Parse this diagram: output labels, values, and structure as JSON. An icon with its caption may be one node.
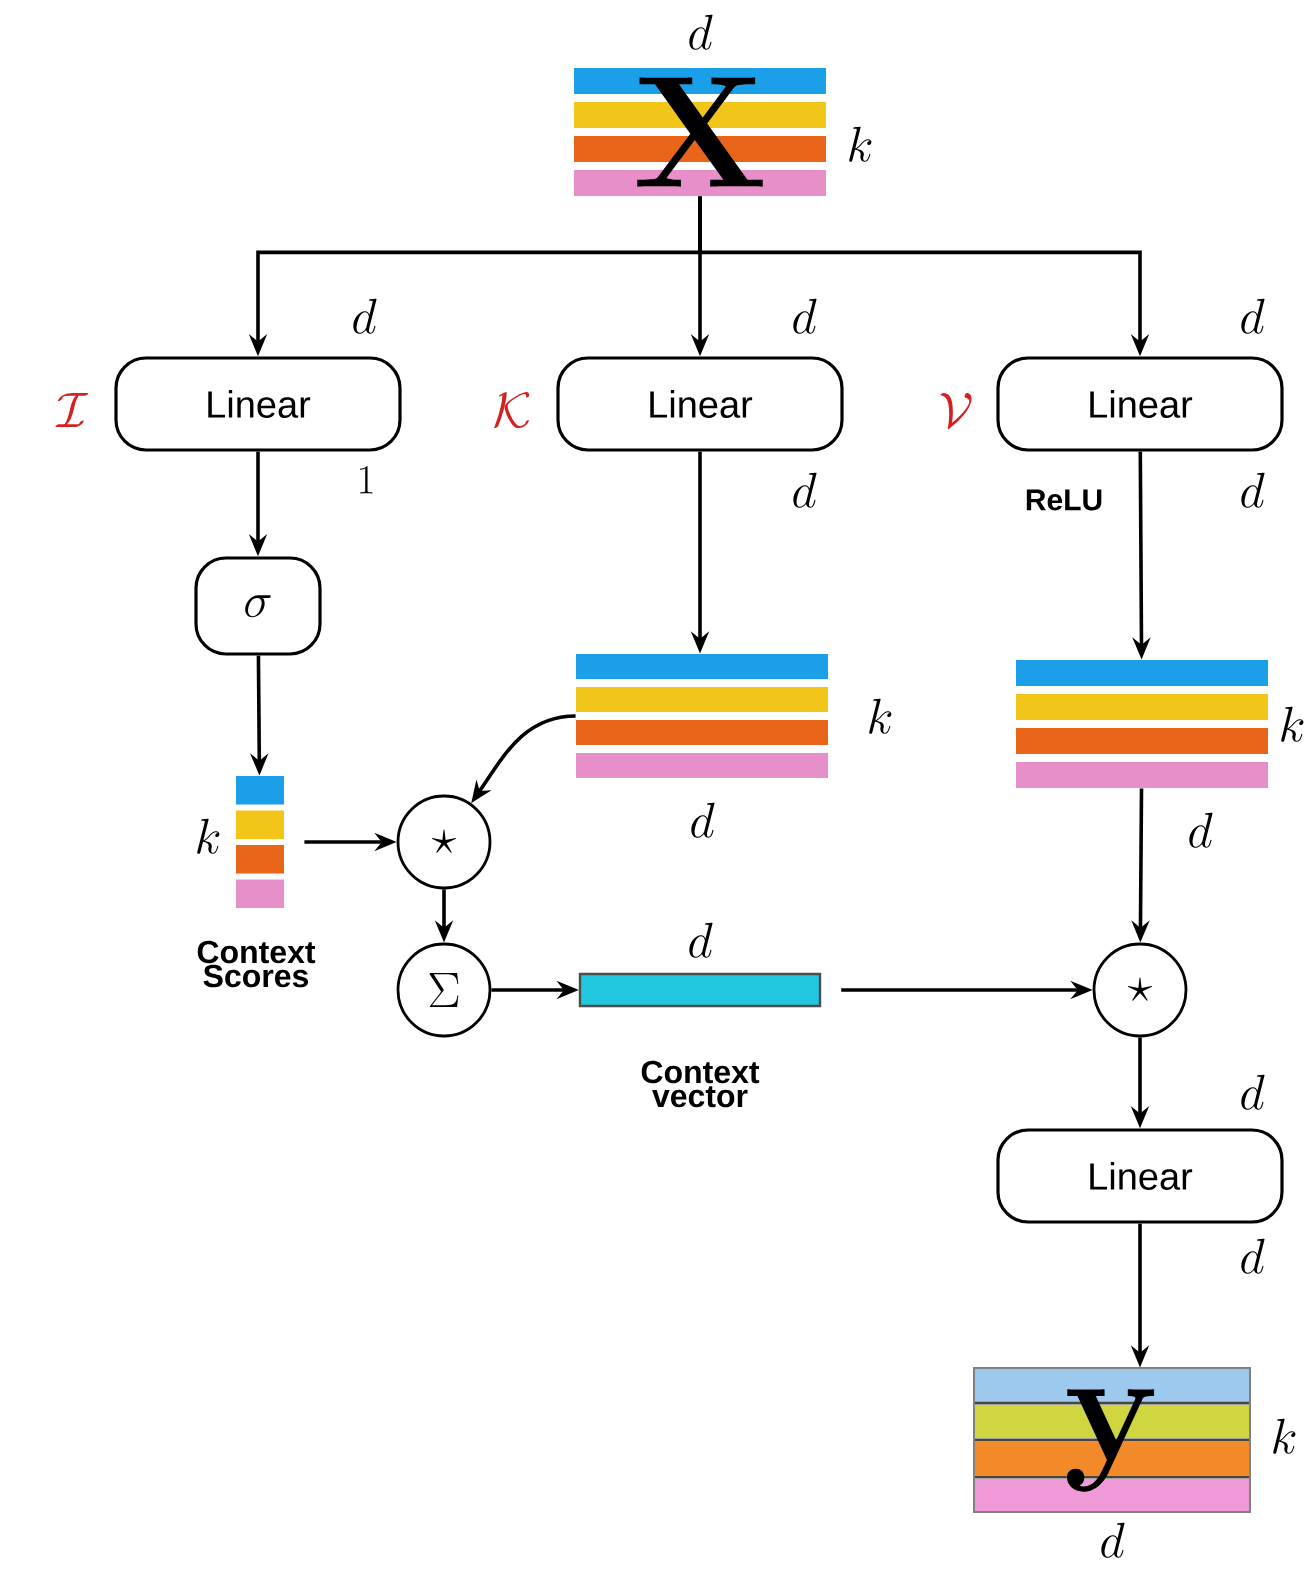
{
  "diagram": {
    "nodes": [
      {
        "text": [
          "\\mathbf{X}"
        ],
        "beside": [
          "d",
          "k"
        ]
      },
      {
        "text": [
          "Linear"
        ],
        "beside": [
          "\\mathcal{I}",
          "d",
          "1"
        ]
      },
      {
        "text": [
          "Linear"
        ],
        "beside": [
          "\\mathcal{K}",
          "d",
          "d"
        ]
      },
      {
        "text": [
          "Linear"
        ],
        "beside": [
          "\\mathcal{V}",
          "d",
          "d",
          "ReLU"
        ]
      },
      {
        "text": [
          "\\sigma"
        ]
      },
      {
        "text": [],
        "shape": "box",
        "beside": [
          "k",
          "d"
        ]
      },
      {
        "text": [],
        "shape": "box",
        "beside": [
          "k",
          "d"
        ]
      },
      {
        "text": [],
        "shape": "bar",
        "beside": [
          "k",
          "Context Scores"
        ]
      },
      {
        "text": [
          "\\star"
        ]
      },
      {
        "text": [
          "\\Sigma"
        ]
      },
      {
        "text": [],
        "shape": "bar",
        "beside": [
          "d",
          "Context vector"
        ]
      },
      {
        "text": [
          "\\star"
        ]
      },
      {
        "text": [
          "Linear"
        ],
        "beside": [
          "d",
          "d"
        ]
      },
      {
        "text": [
          "\\mathbf{y}"
        ],
        "beside": [
          "k",
          "d"
        ]
      }
    ],
    "edges": [
      {
        "from": 0,
        "to": 1,
        "arrow": "to"
      },
      {
        "from": 0,
        "to": 2,
        "arrow": "to"
      },
      {
        "from": 0,
        "to": 3,
        "arrow": "to"
      },
      {
        "from": 1,
        "to": 4,
        "arrow": "to"
      },
      {
        "from": 4,
        "to": 7,
        "arrow": "to"
      },
      {
        "from": 2,
        "to": 5,
        "arrow": "to"
      },
      {
        "from": 3,
        "to": 6,
        "arrow": "to"
      },
      {
        "from": 5,
        "to": 8,
        "arrow": "to"
      },
      {
        "from": 7,
        "to": 8,
        "arrow": "to"
      },
      {
        "from": 8,
        "to": 9,
        "arrow": "to"
      },
      {
        "from": 9,
        "to": 10,
        "arrow": "to"
      },
      {
        "from": 10,
        "to": 11,
        "arrow": "to"
      },
      {
        "from": 6,
        "to": 11,
        "arrow": "to"
      },
      {
        "from": 11,
        "to": 12,
        "arrow": "to"
      },
      {
        "from": 12,
        "to": 13,
        "arrow": "to"
      }
    ]
  }
}
